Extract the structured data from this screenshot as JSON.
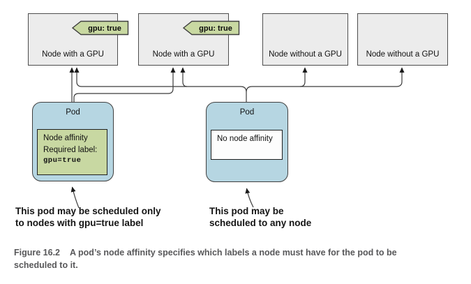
{
  "diagram": {
    "nodes": [
      {
        "label": "Node with a GPU",
        "tag": "gpu: true"
      },
      {
        "label": "Node with a GPU",
        "tag": "gpu: true"
      },
      {
        "label": "Node without a GPU"
      },
      {
        "label": "Node without a GPU"
      }
    ],
    "pods": [
      {
        "title": "Pod",
        "affinity_title": "Node affinity",
        "affinity_subtitle": "Required label:",
        "affinity_code": "gpu=true"
      },
      {
        "title": "Pod",
        "affinity_text": "No node affinity"
      }
    ],
    "annotations": [
      {
        "line1": "This pod may be scheduled only",
        "line2": "to nodes with gpu=true label"
      },
      {
        "line1": "This pod may be",
        "line2": "scheduled to any node"
      }
    ]
  },
  "caption": {
    "figure_label": "Figure 16.2",
    "line1": "A pod’s node affinity specifies which labels a node must have for the pod to be",
    "line2": "scheduled to it."
  },
  "colors": {
    "node_fill": "#ececec",
    "tag_fill": "#c9d9a2",
    "pod_fill": "#b6d6e2",
    "affinity_fill": "#c8d8a2",
    "line": "#3b3b3b",
    "caption": "#58585a"
  }
}
